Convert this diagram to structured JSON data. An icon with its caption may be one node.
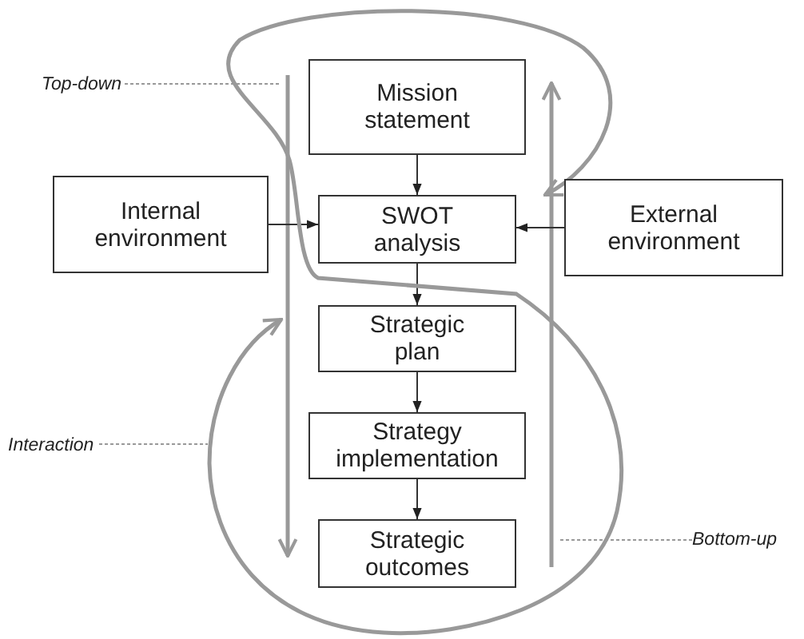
{
  "diagram": {
    "nodes": [
      {
        "text": [
          "Top-down"
        ]
      },
      {
        "text": [
          "Mission statement"
        ]
      },
      {
        "text": [
          "Internal environment"
        ]
      },
      {
        "text": [
          "SWOT analysis"
        ]
      },
      {
        "text": [
          "External environment"
        ]
      },
      {
        "text": [
          "Strategic plan"
        ]
      },
      {
        "text": [
          "Interaction"
        ]
      },
      {
        "text": [
          "Strategy implementation"
        ]
      },
      {
        "text": [
          "Strategic outcomes"
        ]
      },
      {
        "text": [
          "Bottom-up"
        ]
      },
      {
        "text": [],
        "shape": "arrow"
      },
      {
        "text": [],
        "shape": "arrow"
      }
    ],
    "edges": [
      {
        "from": 1,
        "to": 3,
        "arrow": "to"
      },
      {
        "from": 2,
        "to": 3,
        "arrow": "to"
      },
      {
        "from": 4,
        "to": 3,
        "arrow": "to"
      },
      {
        "from": 3,
        "to": 5,
        "arrow": "to"
      },
      {
        "from": 5,
        "to": 7,
        "arrow": "to"
      },
      {
        "from": 7,
        "to": 8,
        "arrow": "to"
      },
      {
        "from": 0,
        "to": 10,
        "arrow": "none",
        "style": "dashed",
        "color": "#999999"
      },
      {
        "from": 6,
        "to": null,
        "arrow": "none",
        "style": "dashed",
        "color": "#999999"
      },
      {
        "from": 9,
        "to": 11,
        "arrow": "none",
        "style": "dashed",
        "color": "#999999"
      },
      {
        "from": 10,
        "to": 11,
        "arrow": "both",
        "style": "thick",
        "color": "#999999"
      }
    ]
  }
}
